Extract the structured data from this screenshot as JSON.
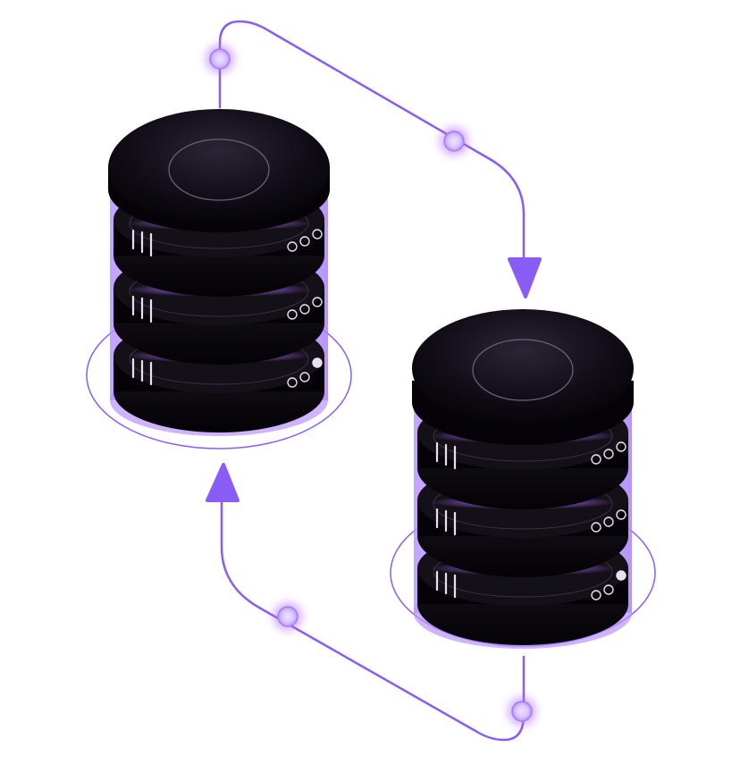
{
  "colors": {
    "accent": "#8a5cf6",
    "accent_light": "#c9b3ff",
    "node_fill": "#e6dcff",
    "disk_dark": "#0b070e",
    "disk_mid": "#2a2232",
    "glow": "#b06bff",
    "background": "#ffffff"
  },
  "diagram": {
    "kind": "database-sync",
    "databases": [
      {
        "name": "database-left",
        "tiers": 3
      },
      {
        "name": "database-right",
        "tiers": 3
      }
    ],
    "flow": [
      {
        "from": "database-left",
        "to": "database-right",
        "arrow": "arrow-down"
      },
      {
        "from": "database-right",
        "to": "database-left",
        "arrow": "arrow-up"
      }
    ],
    "icons": [
      "database-icon",
      "arrow-down-icon",
      "arrow-up-icon",
      "connector-node-icon"
    ]
  }
}
